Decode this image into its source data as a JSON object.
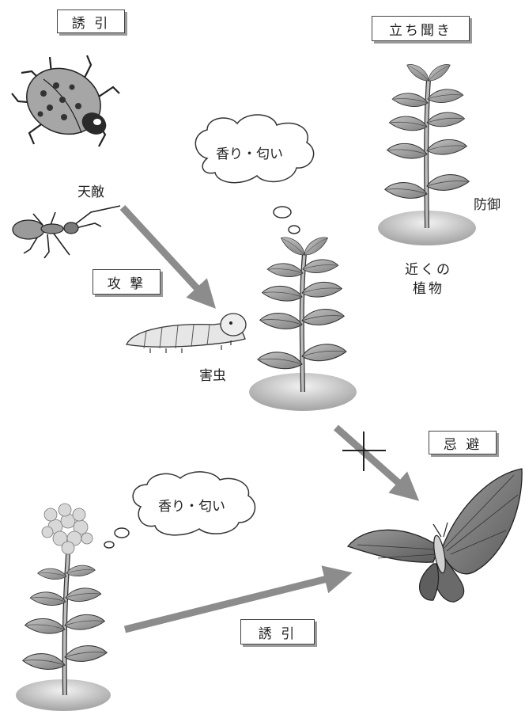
{
  "labels": {
    "attract_top": "誘 引",
    "eavesdrop": "立ち聞き",
    "natural_enemy": "天敵",
    "attack": "攻 撃",
    "pest": "害虫",
    "defense": "防御",
    "nearby_plant_line1": "近くの",
    "nearby_plant_line2": "植物",
    "avoid": "忌 避",
    "attract_bottom": "誘 引"
  },
  "clouds": {
    "scent_top": "香り・匂い",
    "scent_bottom": "香り・匂い"
  },
  "colors": {
    "arrow": "#8c8c8c",
    "leaf": "#9a9a9a",
    "ground": "#cfcfcf",
    "butterfly": "#7d7d7d"
  },
  "icons": [
    "ladybug-icon",
    "ant-icon",
    "caterpillar-icon",
    "butterfly-icon",
    "plant-icon",
    "flower-plant-icon"
  ]
}
